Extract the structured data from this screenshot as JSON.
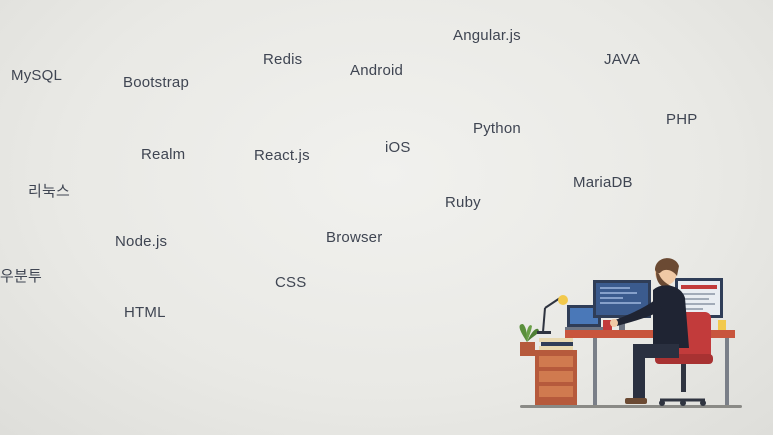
{
  "terms": {
    "mysql": "MySQL",
    "bootstrap": "Bootstrap",
    "redis": "Redis",
    "android": "Android",
    "angular": "Angular.js",
    "java": "JAVA",
    "php": "PHP",
    "python": "Python",
    "ios": "iOS",
    "realm": "Realm",
    "react": "React.js",
    "mariadb": "MariaDB",
    "linux": "리눅스",
    "ruby": "Ruby",
    "nodejs": "Node.js",
    "browser": "Browser",
    "ubuntu": "우분투",
    "css": "CSS",
    "html": "HTML"
  },
  "illustration": {
    "icon": "developer-at-desk-icon",
    "colors": {
      "desk": "#c8553d",
      "drawer": "#b65a3c",
      "chair": "#c23b3b",
      "monitor": "#2f3d57",
      "shirt": "#1f2433",
      "hair": "#6b4a33",
      "plant": "#5a8f3c"
    }
  }
}
